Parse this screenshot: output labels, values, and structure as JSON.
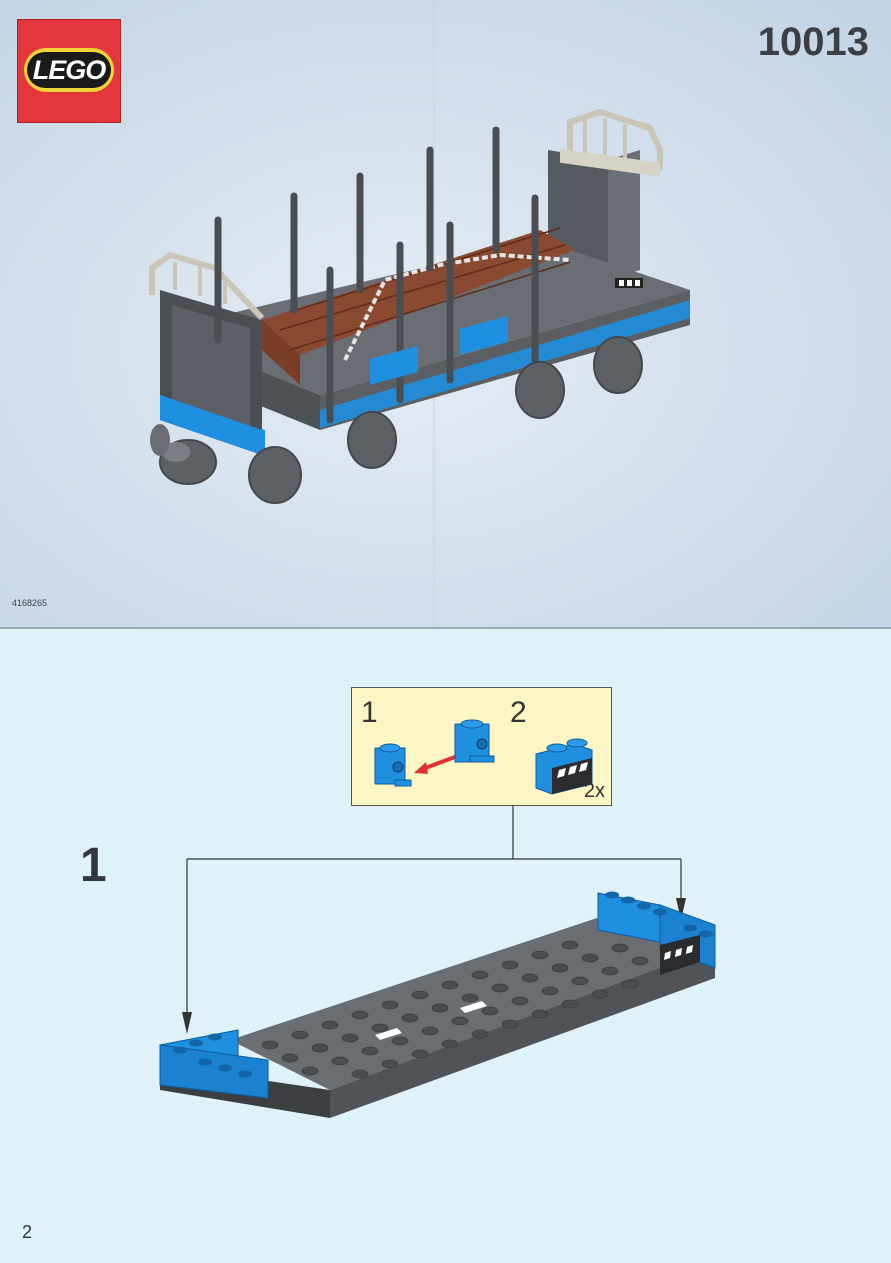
{
  "header": {
    "brand": "LEGO",
    "set_number": "10013",
    "brand_colors": {
      "red": "#e4373b",
      "yellow": "#f3d33a",
      "black": "#1a1a1a"
    }
  },
  "cover": {
    "part_code": "4168265",
    "model_description": "Open freight wagon with brown log load, grey stanchions, chain, blue trim"
  },
  "step": {
    "number": "1",
    "callout": {
      "substep_1_label": "1",
      "substep_2_label": "2",
      "multiplier": "2x",
      "arrow_color": "#e03030",
      "background": "#fcf6c4"
    },
    "colors": {
      "blue": "#1f8fe0",
      "dark_grey": "#5f6266",
      "grey_plate": "#6a6d72"
    }
  },
  "footer": {
    "page_number": "2"
  }
}
